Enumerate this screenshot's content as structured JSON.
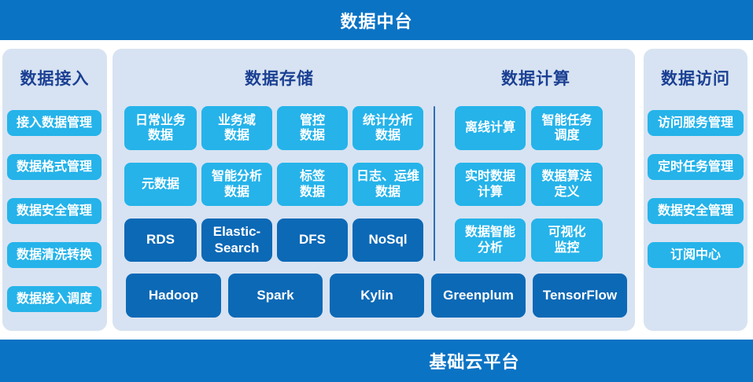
{
  "colors": {
    "banner_blue": "#0b73c4",
    "panel_background": "#d7e3f2",
    "node_cyan": "#25b3ea",
    "node_dark_blue": "#0c69b6",
    "title_navy": "#1b4093",
    "divider_blue": "#2d6db5"
  },
  "top_banner": {
    "title": "数据中台"
  },
  "bottom_banner": {
    "title": "基础云平台"
  },
  "access_in_panel": {
    "title": "数据接入",
    "items": [
      "接入数据管理",
      "数据格式管理",
      "数据安全管理",
      "数据清洗转换",
      "数据接入调度"
    ]
  },
  "storage_section": {
    "title": "数据存储",
    "cells": [
      "日常业务\n数据",
      "业务域\n数据",
      "管控\n数据",
      "统计分析\n数据",
      "元数据",
      "智能分析\n数据",
      "标签\n数据",
      "日志、运维\n数据"
    ],
    "engines": [
      "RDS",
      "Elastic-\nSearch",
      "DFS",
      "NoSql"
    ]
  },
  "compute_section": {
    "title": "数据计算",
    "cells": [
      "离线计算",
      "智能任务\n调度",
      "实时数据\n计算",
      "数据算法\n定义",
      "数据智能\n分析",
      "可视化\n监控"
    ]
  },
  "platform_row": [
    "Hadoop",
    "Spark",
    "Kylin",
    "Greenplum",
    "TensorFlow"
  ],
  "access_out_panel": {
    "title": "数据访问",
    "items": [
      "访问服务管理",
      "定时任务管理",
      "数据安全管理",
      "订阅中心"
    ]
  }
}
